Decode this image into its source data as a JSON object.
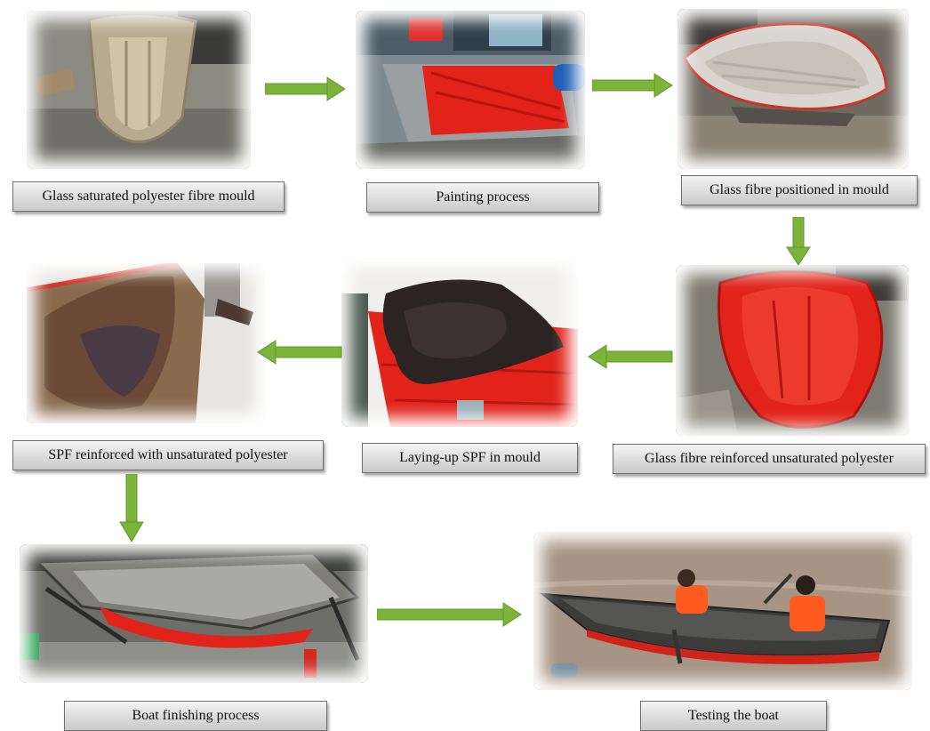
{
  "steps": [
    {
      "label": "Glass saturated polyester fibre mould"
    },
    {
      "label": "Painting process"
    },
    {
      "label": "Glass fibre positioned in mould"
    },
    {
      "label": "Glass fibre reinforced unsaturated polyester"
    },
    {
      "label": "Laying-up SPF in mould"
    },
    {
      "label": "SPF reinforced with unsaturated polyester"
    },
    {
      "label": "Boat finishing process"
    },
    {
      "label": "Testing the boat"
    }
  ],
  "colors": {
    "arrow": "#7bb33b",
    "arrow_dark": "#5f9a2a",
    "label_border": "#6f6f6f",
    "boat_red": "#e2231a"
  }
}
